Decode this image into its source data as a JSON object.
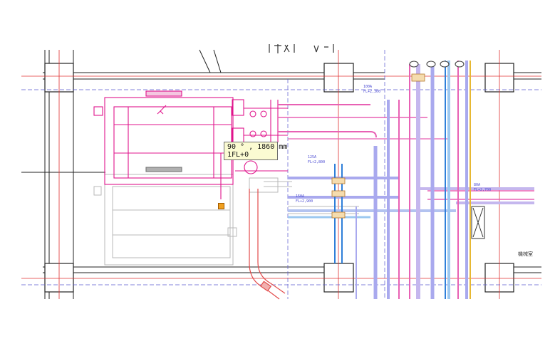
{
  "cursor_tooltip": {
    "measure_line": "90 ° , 1860 mm",
    "level_line": "1FL+0"
  },
  "colors": {
    "structure": "#222222",
    "grid_line": "#e03030",
    "dimension_line": "#5a5acf",
    "equipment": "#e0148c",
    "faded_equipment": "#b9b9b9",
    "pipe_blue": "#2f7fd9",
    "pipe_lavender": "#a9a9ee",
    "pipe_pink": "#e861b4",
    "pipe_red": "#e24a4a",
    "pipe_yellow": "#e7b833",
    "pipe_light_blue": "#9cc8f0",
    "tooltip_bg": "#fbfbd2"
  },
  "labels": {
    "pipe_tag_a": "100A",
    "pipe_tag_b": "125A",
    "pipe_tag_c": "150A",
    "pipe_tag_d": "80A",
    "pipe_level_a": "FL+2,300",
    "pipe_level_b": "FL+2,800",
    "pipe_level_c": "FL+2,900",
    "pipe_level_d": "FL+2,700",
    "side_note": "機械室"
  }
}
